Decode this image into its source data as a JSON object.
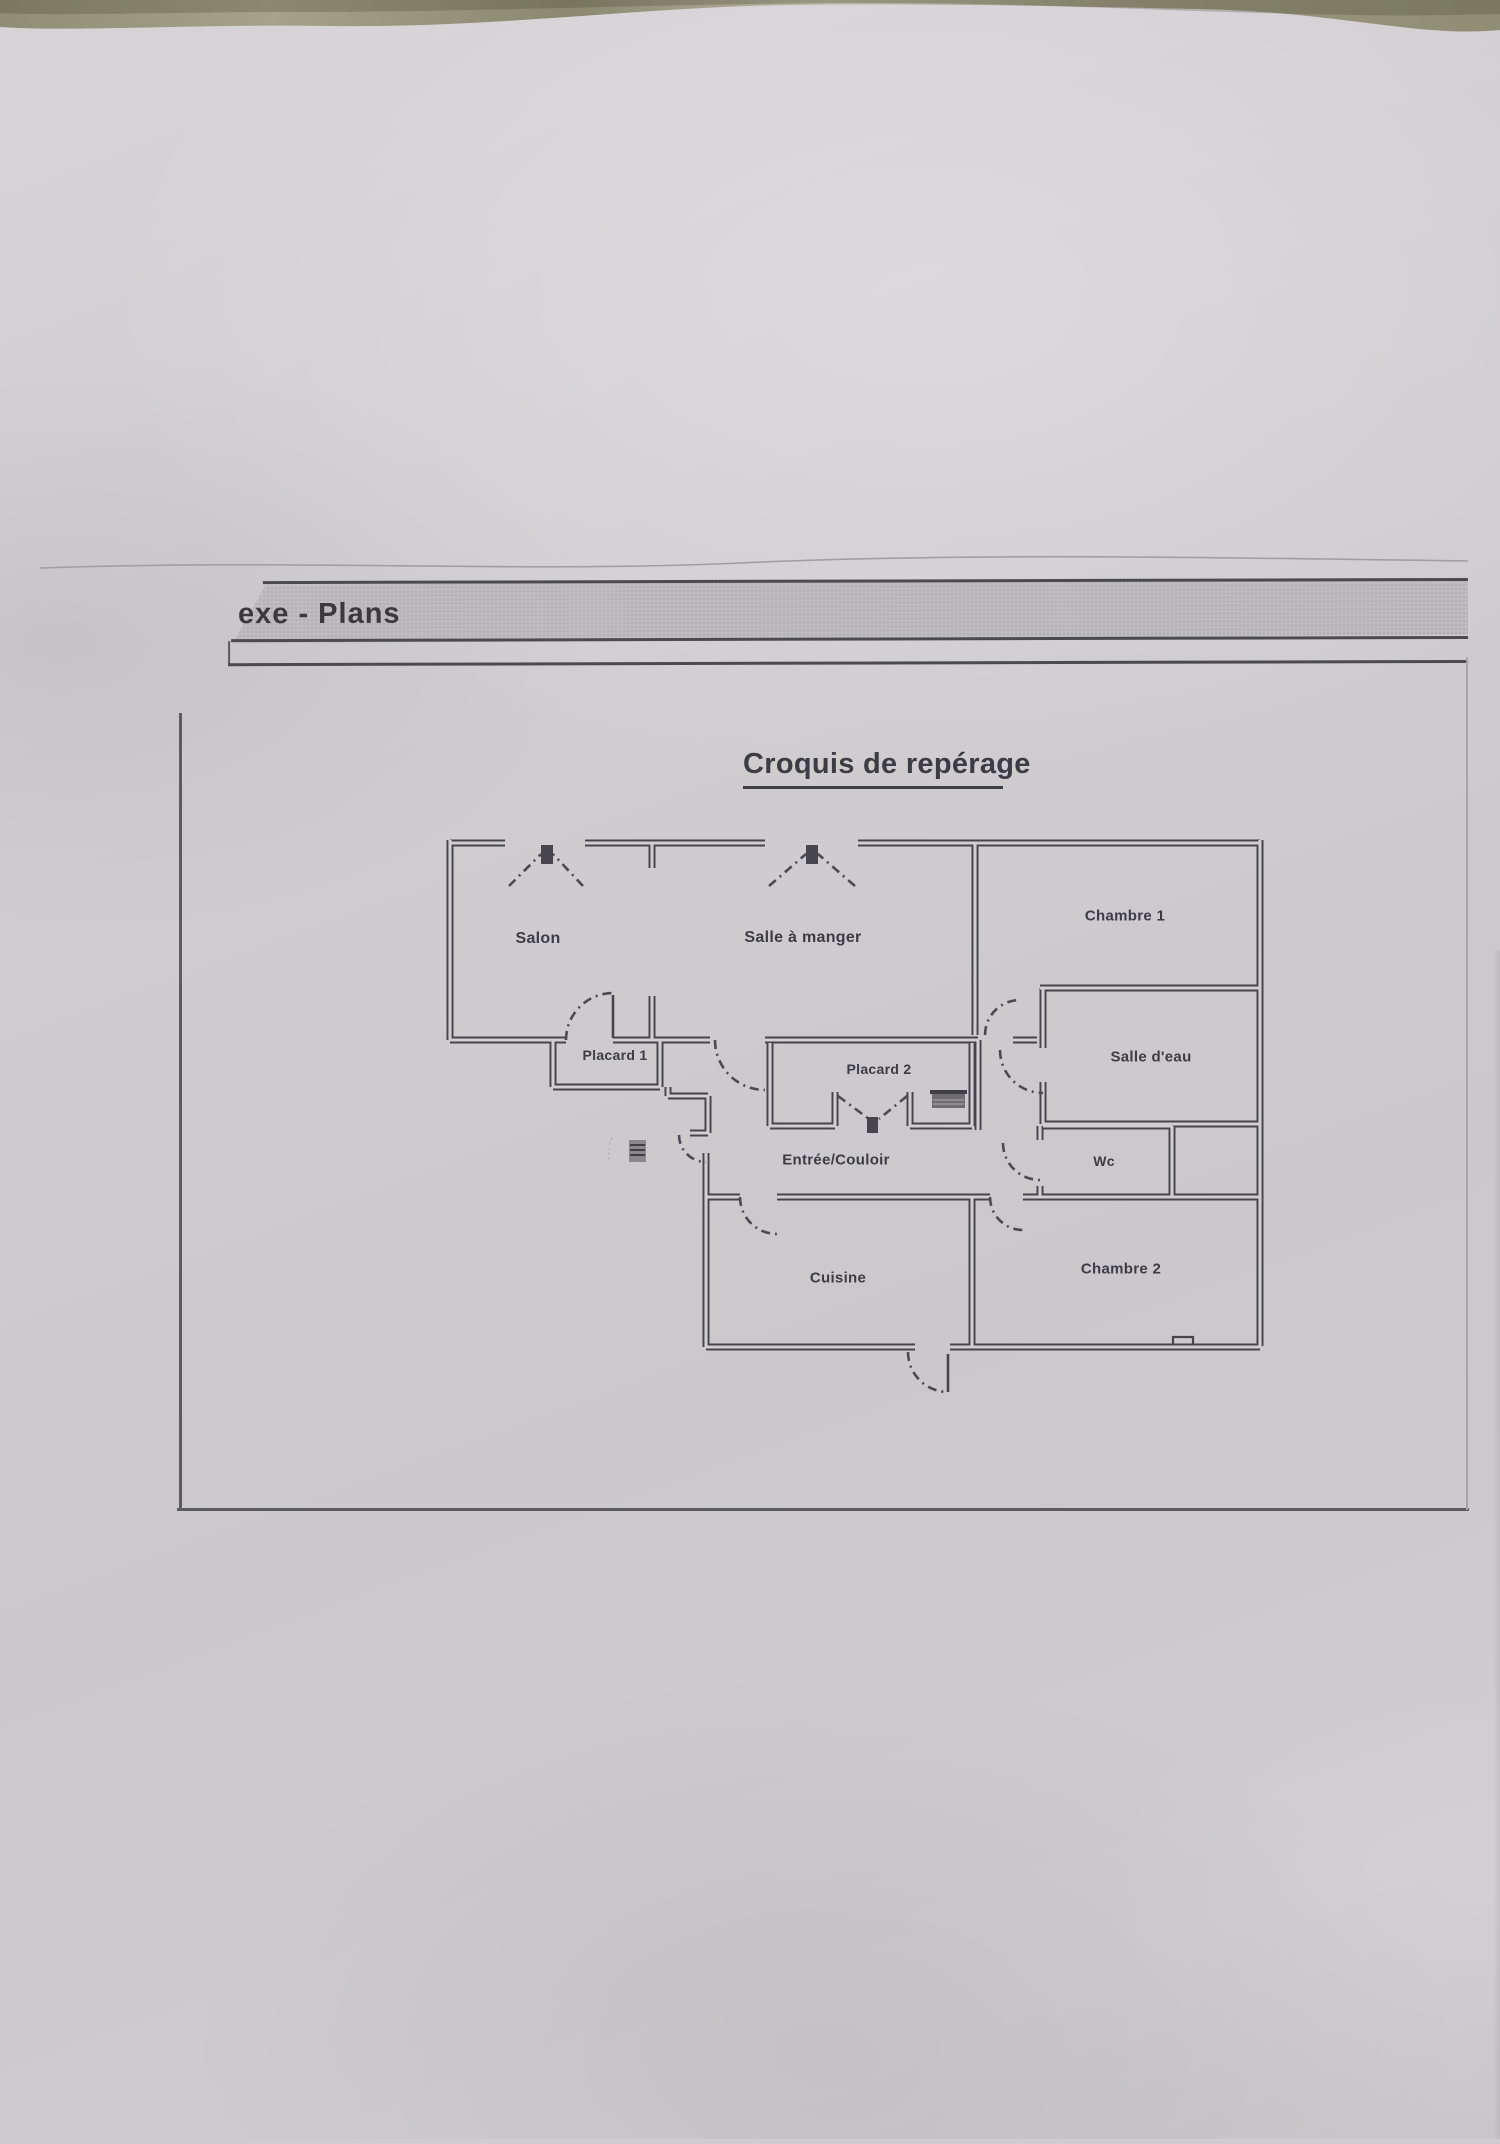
{
  "header": {
    "partial_title": "exe  - Plans"
  },
  "plan": {
    "title": "Croquis de repérage",
    "rooms": [
      {
        "id": "salon",
        "label": "Salon"
      },
      {
        "id": "salle-a-manger",
        "label": "Salle à manger"
      },
      {
        "id": "chambre-1",
        "label": "Chambre 1"
      },
      {
        "id": "placard-1",
        "label": "Placard 1"
      },
      {
        "id": "placard-2",
        "label": "Placard 2"
      },
      {
        "id": "salle-d-eau",
        "label": "Salle d'eau"
      },
      {
        "id": "entree-couloir",
        "label": "Entrée/Couloir"
      },
      {
        "id": "wc",
        "label": "Wc"
      },
      {
        "id": "cuisine",
        "label": "Cuisine"
      },
      {
        "id": "chambre-2",
        "label": "Chambre 2"
      }
    ],
    "symbols": {
      "window-symbol": "double casement window (dash-dot V with center block)",
      "door-arc": "door swing (dash-dot quarter circle)",
      "radiator-symbol": "small striped dark rectangle in Placard 2",
      "landing-symbol": "small striped block on the landing"
    },
    "colors": {
      "paper": "#cfccd0",
      "ink": "#45454b",
      "band_fill": "#bfbcbf",
      "tablecloth": "#96947c"
    }
  }
}
